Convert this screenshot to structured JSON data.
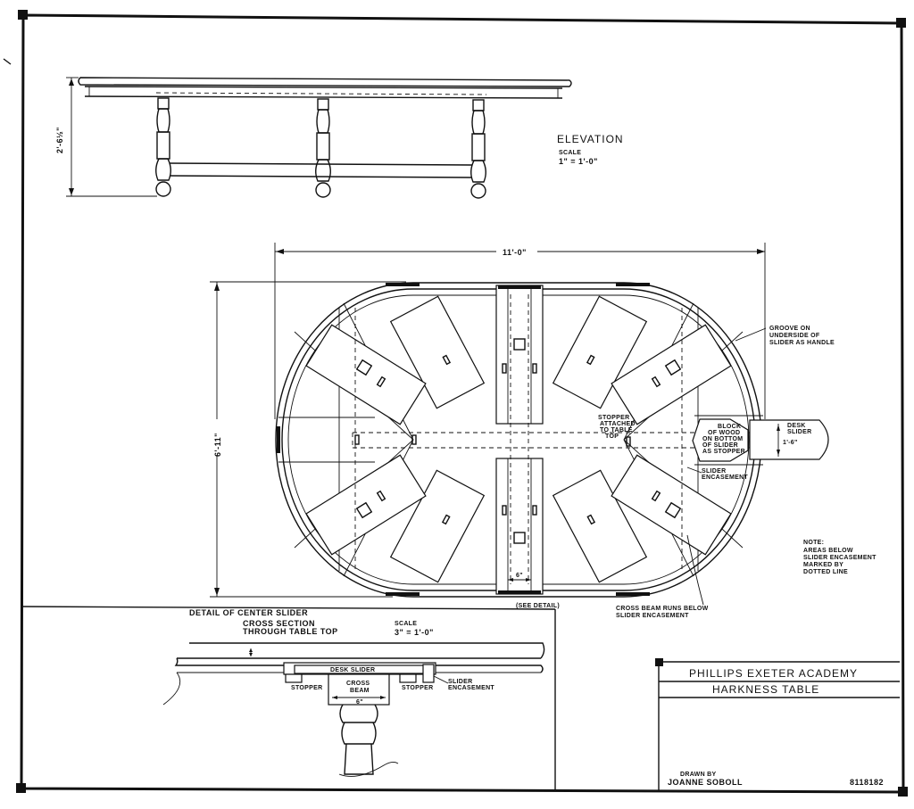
{
  "elevation": {
    "title": "ELEVATION",
    "scale_label": "SCALE",
    "scale_value": "1\" = 1'-0\"",
    "height_dim": "2'-6½\""
  },
  "plan": {
    "length_dim": "11'-0\"",
    "width_dim": "6'-11\"",
    "slider_width_dim": "1'-6\"",
    "beam_width_dim": "6\"",
    "see_detail": "(SEE DETAIL)",
    "notes": {
      "groove": [
        "GROOVE ON",
        "UNDERSIDE OF",
        "SLIDER AS HANDLE"
      ],
      "desk_slider": [
        "DESK",
        "SLIDER"
      ],
      "block": [
        "BLOCK",
        "OF WOOD",
        "ON BOTTOM",
        "OF SLIDER",
        "AS STOPPER"
      ],
      "stopper": [
        "STOPPER",
        "ATTACHED",
        "TO TABLE",
        "TOP"
      ],
      "slider_encasement": [
        "SLIDER",
        "ENCASEMENT"
      ],
      "cross_beam": [
        "CROSS BEAM RUNS BELOW",
        "SLIDER ENCASEMENT"
      ],
      "note": [
        "NOTE:",
        "AREAS BELOW",
        "SLIDER ENCASEMENT",
        "MARKED BY",
        "DOTTED LINE"
      ]
    }
  },
  "detail": {
    "title": "DETAIL OF CENTER SLIDER",
    "subtitle": [
      "CROSS SECTION",
      "THROUGH TABLE TOP"
    ],
    "scale_label": "SCALE",
    "scale_value": "3\" = 1'-0\"",
    "desk_slider": "DESK  SLIDER",
    "stopper_left": "STOPPER",
    "stopper_right": "STOPPER",
    "cross_beam": [
      "CROSS",
      "BEAM"
    ],
    "beam_dim": "6\"",
    "slider_encasement": [
      "SLIDER",
      "ENCASEMENT"
    ]
  },
  "title_block": {
    "institution": "PHILLIPS EXETER ACADEMY",
    "drawing": "HARKNESS TABLE",
    "drawn_by_label": "DRAWN BY",
    "drawn_by": "JOANNE SOBOLL",
    "number": "8118182"
  }
}
